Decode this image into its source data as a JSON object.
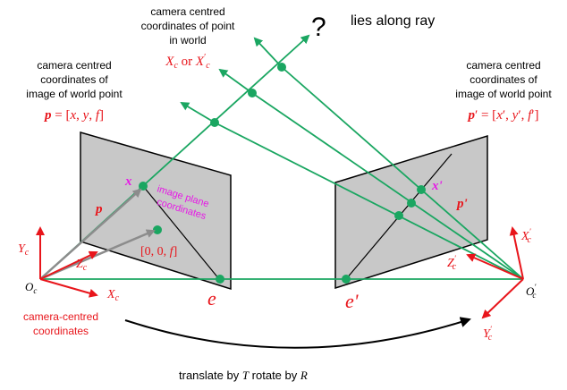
{
  "labels": {
    "cam_coords_point_1": "camera centred",
    "cam_coords_point_2": "coordinates of point",
    "cam_coords_point_3": "in world",
    "cam_coords_point_math": "X_c or X'_c",
    "question_mark": "?",
    "lies_along_ray": "lies along ray",
    "left_image_point_1": "camera centred",
    "left_image_point_2": "coordinates of",
    "left_image_point_3": "image of world point",
    "left_image_point_math": "p = [x, y, f]",
    "right_image_point_1": "camera centred",
    "right_image_point_2": "coordinates of",
    "right_image_point_3": "image of world point",
    "right_image_point_math": "p' = [x', y', f']",
    "x_label": "x",
    "x_prime_label": "x'",
    "p_label": "p",
    "p_prime_label": "p'",
    "image_plane_1": "image plane",
    "image_plane_2": "coordinates",
    "principal_point": "[0, 0, f]",
    "e_label": "e",
    "e_prime_label": "e'",
    "Oc": "O_c",
    "Oc_prime": "O'_c",
    "Xc": "X_c",
    "Yc": "Y_c",
    "Zc": "Z_c",
    "Xc_prime": "X'_c",
    "Yc_prime": "Y'_c",
    "Zc_prime": "Z'_c",
    "camera_centred_1": "camera-centred",
    "camera_centred_2": "coordinates",
    "translate_rotate": "translate by T rotate by R"
  },
  "colors": {
    "green": "#1aa661",
    "red": "#e8151b",
    "magenta": "#e619e6",
    "grey_plane": "#c8c8c8",
    "grey_arrow": "#8c8c8c",
    "black": "#000000"
  }
}
